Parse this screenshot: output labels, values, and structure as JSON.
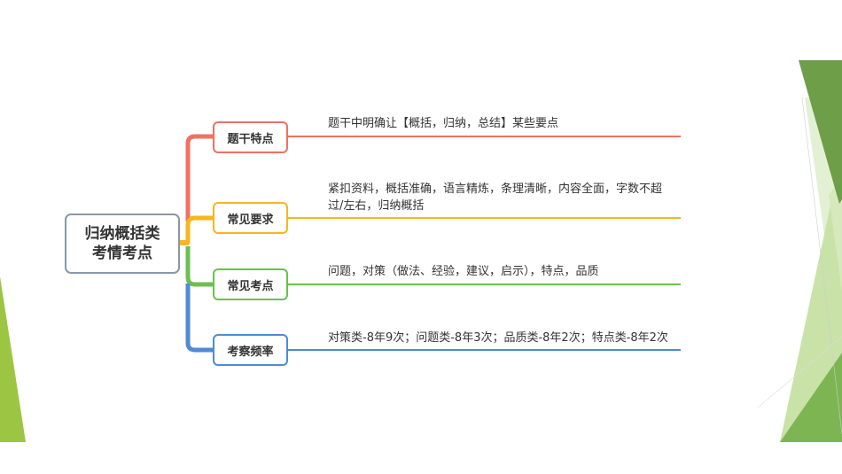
{
  "root": {
    "line1": "归纳概括类",
    "line2": "考情考点",
    "border_color": "#8a97a8"
  },
  "branches": [
    {
      "label": "题干特点",
      "color": "#f07062",
      "detail": "题干中明确让【概括，归纳，总结】某些要点"
    },
    {
      "label": "常见要求",
      "color": "#f7b521",
      "detail_line1": "紧扣资料，概括准确，语言精炼，条理清晰，内容全面，字数不超",
      "detail_line2": "过/左右，归纳概括"
    },
    {
      "label": "常见考点",
      "color": "#6cbf50",
      "detail": "问题，对策（做法、经验，建议，启示），特点，品质"
    },
    {
      "label": "考察频率",
      "color": "#4f8ad6",
      "detail": "对策类-8年9次；问题类-8年3次；品质类-8年2次；特点类-8年2次"
    }
  ],
  "decoration": {
    "dark_green": "#6e9e48",
    "mid_green": "#7db552",
    "light_green": "#c9e2a8",
    "pale_green": "#e2efd0",
    "lime_green": "#9dc544"
  }
}
